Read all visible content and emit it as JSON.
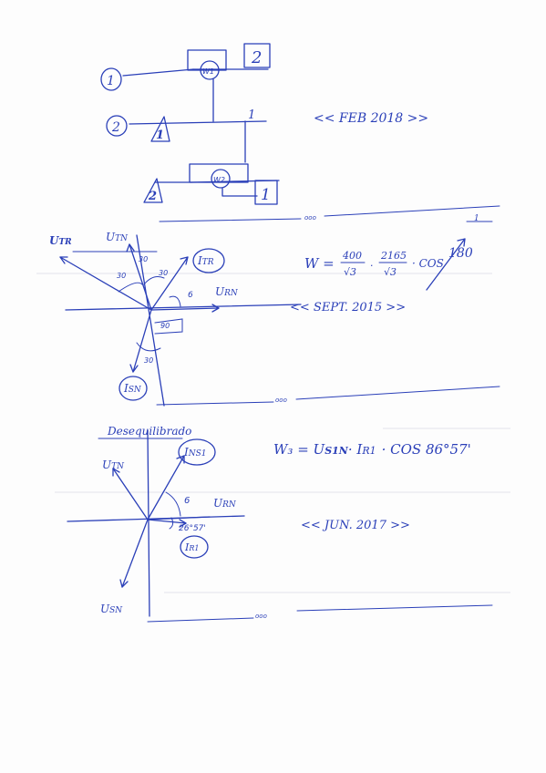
{
  "section1": {
    "node1": "1",
    "node2": "2",
    "box_top": "2",
    "box_bottom": "1",
    "tri1": "1",
    "tri2": "2",
    "wattmeter1": "W1",
    "wattmeter2": "W2",
    "bus_mark": "1",
    "date": "<< FEB 2018 >>",
    "ooo": "ooo",
    "right_mark": "1"
  },
  "section2": {
    "u_tr": "U",
    "u_tr_sub": "TR",
    "u_tn": "U",
    "u_tn_sub": "TN",
    "i_tr": "I",
    "i_tr_sub": "TR",
    "u_rn": "U",
    "u_rn_sub": "RN",
    "i_sn": "I",
    "i_sn_sub": "SN",
    "angle_30a": "30",
    "angle_30b": "30",
    "angle_30c": "30",
    "angle_6": "6",
    "angle_90": "90",
    "angle_30d": "30",
    "formula_w": "W =",
    "formula_n1": "400",
    "formula_d1": "√3",
    "formula_n2": "2165",
    "formula_d2": "√3",
    "formula_cos": "· COS",
    "formula_angle": "180",
    "date": "<< SEPT. 2015 >>",
    "ooo": "ooo"
  },
  "section3": {
    "title": "Desequilibrado",
    "u_tn": "U",
    "u_tn_sub": "TN",
    "i_ns": "I",
    "i_ns_sub": "NS1",
    "u_rn": "U",
    "u_rn_sub": "RN",
    "angle_6": "6",
    "angle_26": "26°57'",
    "i_r": "I",
    "i_r_sub": "R1",
    "u_sn": "U",
    "u_sn_sub": "SN",
    "formula_w3": "W₃ = U",
    "formula_sub1": "S1N",
    "formula_i": "· I",
    "formula_sub2": "R1",
    "formula_cos": "· COS 86°57'",
    "date": "<< JUN. 2017 >>",
    "ooo": "ooo"
  }
}
